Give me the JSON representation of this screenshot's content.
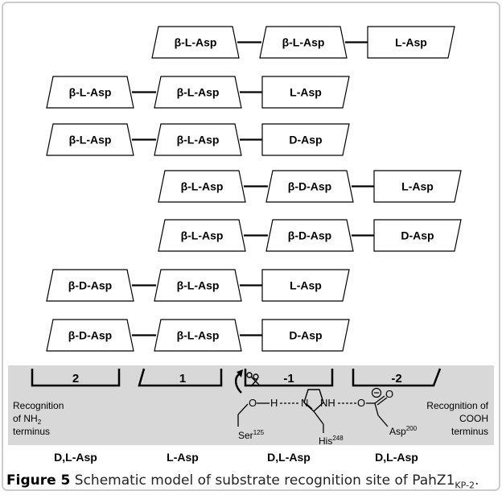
{
  "pathways": [
    {
      "units": [
        "β-L-Asp",
        "β-L-Asp",
        "L-Asp"
      ]
    },
    {
      "units": [
        "β-L-Asp",
        "β-L-Asp",
        "L-Asp"
      ]
    },
    {
      "units": [
        "β-L-Asp",
        "β-L-Asp",
        "D-Asp"
      ]
    },
    {
      "units": [
        "β-L-Asp",
        "β-D-Asp",
        "L-Asp"
      ]
    },
    {
      "units": [
        "β-L-Asp",
        "β-D-Asp",
        "D-Asp"
      ]
    },
    {
      "units": [
        "β-D-Asp",
        "β-L-Asp",
        "L-Asp"
      ]
    },
    {
      "units": [
        "β-D-Asp",
        "β-L-Asp",
        "D-Asp"
      ]
    }
  ],
  "subsites": [
    {
      "label": "2",
      "specificity": "D,L-Asp"
    },
    {
      "label": "1",
      "specificity": "L-Asp"
    },
    {
      "label": "-1",
      "specificity": "D,L-Asp"
    },
    {
      "label": "-2",
      "specificity": "D,L-Asp"
    }
  ],
  "annotations": {
    "left_line1": "Recognition",
    "left_line2": "of NH",
    "left_sub": "2",
    "left_line3": "terminus",
    "right_line1": "Recognition of",
    "right_line2": "COOH",
    "right_line3": "terminus"
  },
  "residues": {
    "ser": "Ser",
    "ser_num": "125",
    "his": "His",
    "his_num": "248",
    "asp": "Asp",
    "asp_num": "200",
    "o": "O",
    "h": "H",
    "n": "N",
    "nh": "NH"
  },
  "caption": {
    "figure_label": "Figure 5",
    "text": "Schematic model of substrate recognition site of PahZ1",
    "subscript": "KP-2",
    "tail": "."
  },
  "colors": {
    "frame_border": "#cccccc",
    "panel_fill": "#d8d8d8",
    "stroke": "#000000"
  }
}
